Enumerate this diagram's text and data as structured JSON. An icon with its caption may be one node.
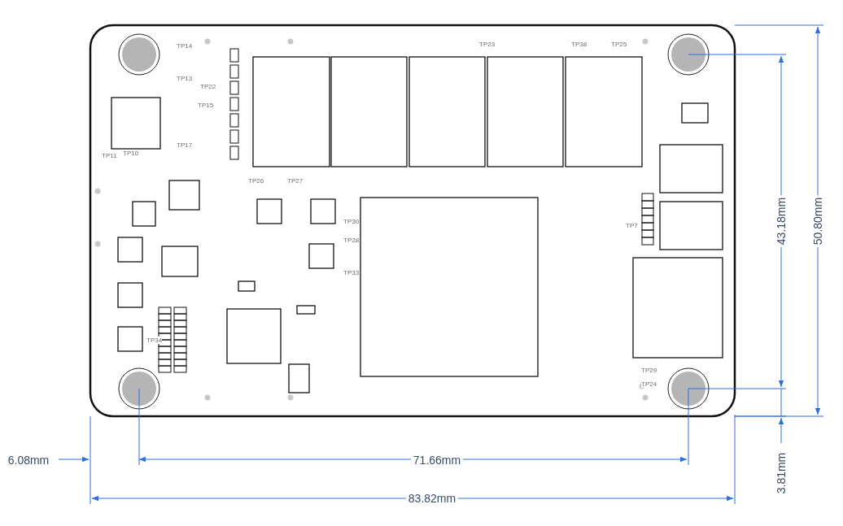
{
  "diagram": {
    "labels": [
      "TP14",
      "TP13",
      "TP22",
      "TP15",
      "TP17",
      "TP11",
      "TP10",
      "TP26",
      "TP27",
      "TP23",
      "TP38",
      "TP25",
      "TP30",
      "TP28",
      "TP33",
      "TP7",
      "TP34",
      "TP29",
      "TP24",
      "43.18mm",
      "50.80mm",
      "6.08mm",
      "71.66mm",
      "3.81mm",
      "83.82mm"
    ]
  }
}
